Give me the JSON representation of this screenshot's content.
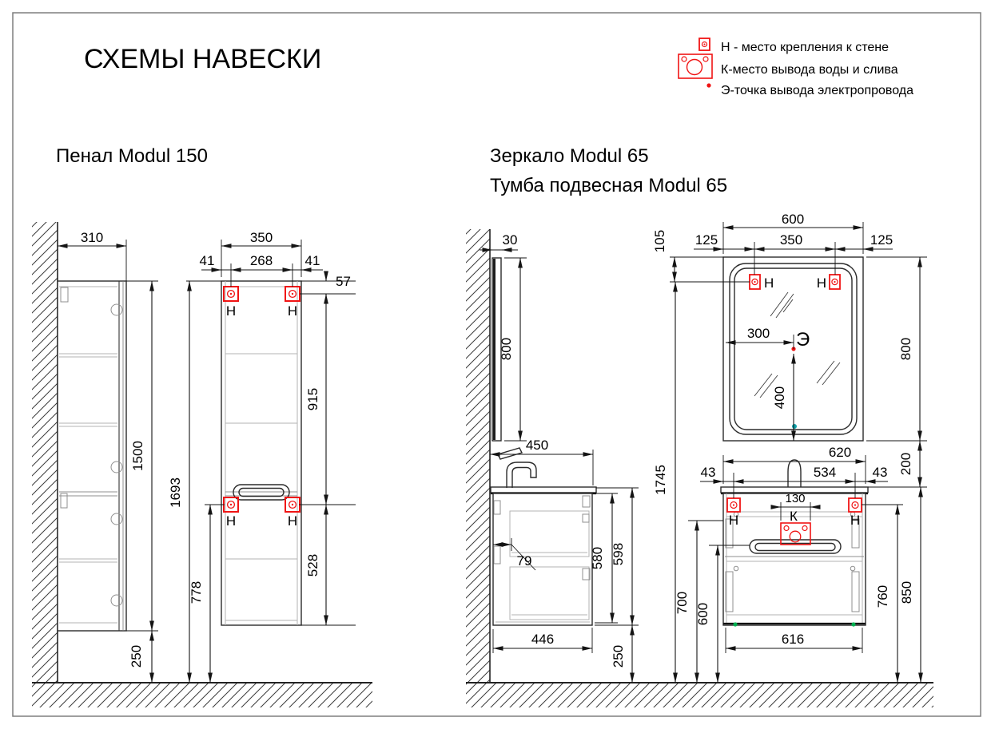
{
  "page": {
    "title": "СХЕМЫ НАВЕСКИ"
  },
  "legend": {
    "items": [
      {
        "icon": "wall-mount-icon",
        "label": "Н - место крепления к стене"
      },
      {
        "icon": "water-outlet-icon",
        "label": "К-место вывода воды и слива"
      },
      {
        "icon": "electric-point-icon",
        "label": "Э-точка вывода электропровода"
      }
    ]
  },
  "markers": {
    "wall": "Н",
    "water": "К",
    "electric": "Э"
  },
  "penal": {
    "title": "Пенал Modul 150",
    "dims": {
      "side_width": "310",
      "side_height": "1500",
      "floor_gap": "250",
      "front_width": "350",
      "hook_offset_left": "41",
      "hook_spacing": "268",
      "hook_offset_right": "41",
      "top_to_hook": "57",
      "hooks_span": "915",
      "total_height": "1693",
      "lower_hooks_height": "778",
      "lower_section": "528"
    }
  },
  "mirror": {
    "title": "Зеркало Modul 65",
    "dims": {
      "depth": "30",
      "side_height": "800",
      "width": "600",
      "hook_inset_left": "125",
      "hook_spacing": "350",
      "hook_inset_right": "125",
      "top_to_hook": "105",
      "electric_from_left": "300",
      "electric_from_bottom": "400",
      "height": "800",
      "gap_to_vanity": "200"
    }
  },
  "vanity": {
    "title": "Тумба подвесная Modul 65",
    "dims": {
      "depth": "450",
      "hooks_height": "1745",
      "drawer_inset": "79",
      "body_height": "580",
      "body_with_top": "598",
      "bottom_depth": "446",
      "floor_gap": "250",
      "width": "620",
      "hook_offset_left": "43",
      "hook_spacing": "534",
      "hook_offset_right": "43",
      "drain_width": "130",
      "left_height": "700",
      "handle_height": "600",
      "hooks_to_floor": "760",
      "top_to_floor": "850",
      "bottom_width": "616"
    }
  }
}
